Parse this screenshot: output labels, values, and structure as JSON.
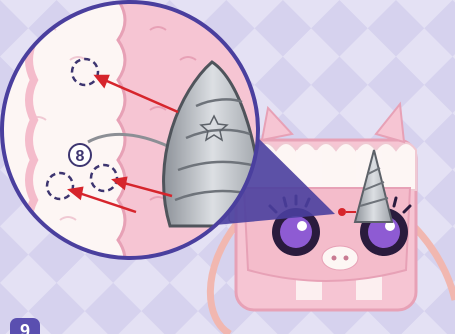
{
  "illustration": {
    "subject": "unicorn-plush-purse",
    "step_number": "8",
    "next_badge_label": "9"
  },
  "colors": {
    "background_light": "#e6e3f5",
    "background_dark": "#cfcaea",
    "plush_pink": "#f6c5d3",
    "plush_white": "#fdf6f4",
    "horn_grey": "#b8bcc2",
    "arrow_red": "#d6252c",
    "circle_outline": "#3d3570",
    "strap": "#f1b7b0"
  }
}
